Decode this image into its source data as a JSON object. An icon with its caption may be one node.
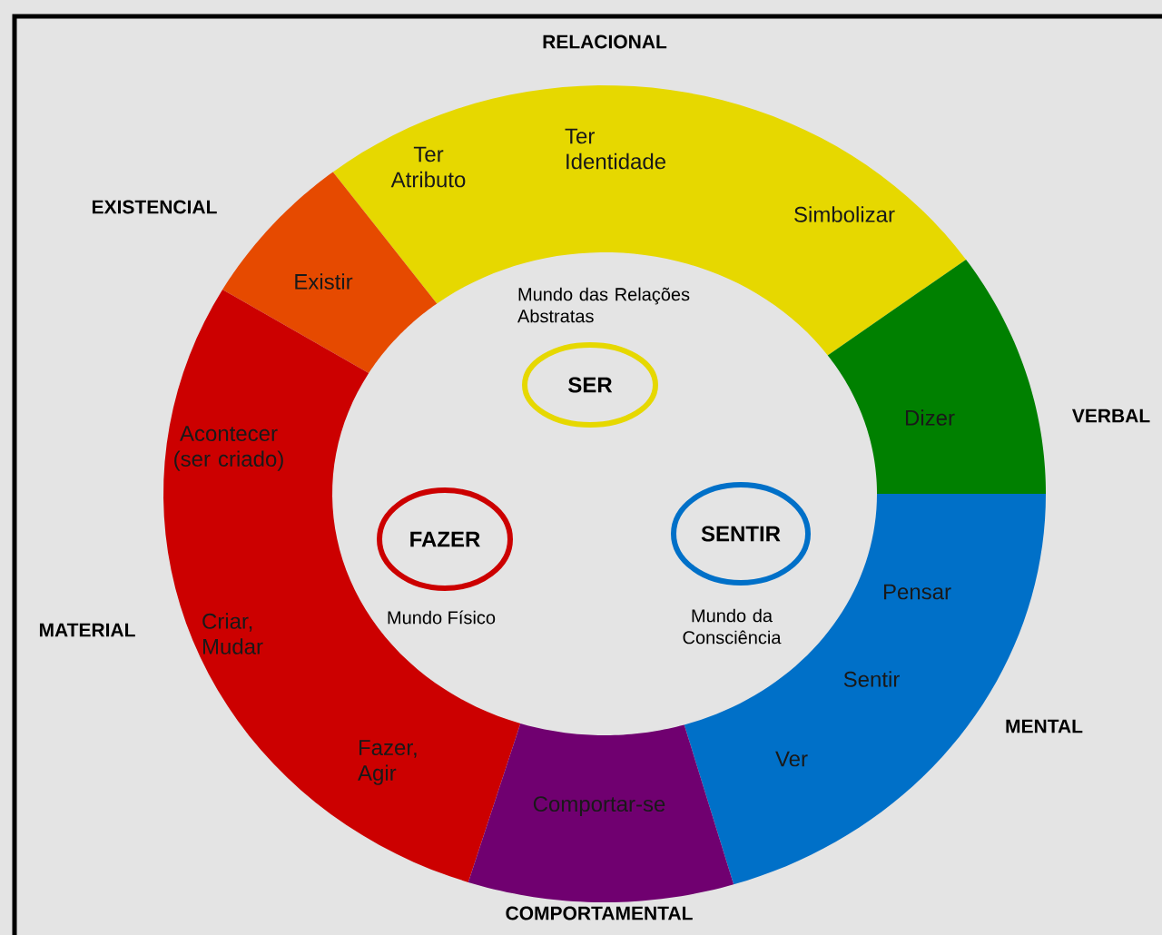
{
  "diagram": {
    "nodes": [
      {
        "text": [
          "Ter Atributo",
          "Ter Identidade",
          "Simbolizar"
        ]
      },
      {
        "text": [
          "Existir"
        ]
      },
      {
        "text": [
          "SER"
        ]
      },
      {
        "text": [
          "Dizer"
        ]
      },
      {
        "text": [
          "Acontecer (ser criado)",
          "Criar, Mudar",
          "Fazer, Agir"
        ]
      },
      {
        "text": [
          "FAZER"
        ]
      },
      {
        "text": [
          "SENTIR"
        ]
      },
      {
        "text": [
          "Pensar",
          "Sentir",
          "Ver"
        ]
      },
      {
        "text": [
          "Comportar-se"
        ]
      }
    ],
    "labels": [
      "RELACIONAL",
      "EXISTENCIAL",
      "Mundo das Relações Abstratas",
      "VERBAL",
      "MATERIAL",
      "Mundo Físico",
      "Mundo da Consciência",
      "MENTAL",
      "COMPORTAMENTAL"
    ]
  }
}
